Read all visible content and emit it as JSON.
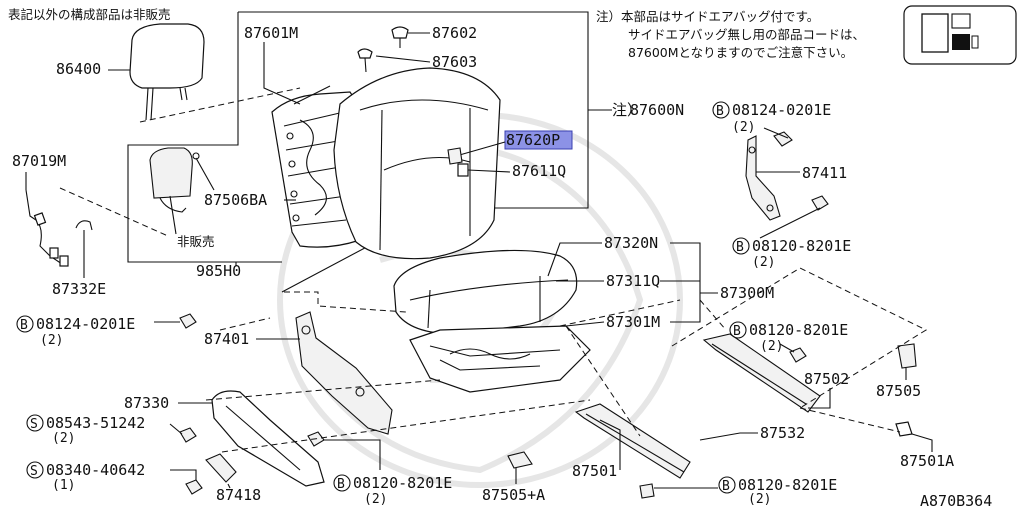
{
  "header": {
    "not_sold_notice": "表記以外の構成部品は非販売",
    "note_line1": "注）本部品はサイドエアバッグ付です。",
    "note_line2": "サイドエアバッグ無し用の部品コードは、",
    "note_line3": "87600Mとなりますのでご注意下さい。",
    "not_sold_short": "非販売",
    "note_mark": "注）",
    "diagram_code": "A870B364"
  },
  "parts": {
    "p86400": "86400",
    "p87601M": "87601M",
    "p87602": "87602",
    "p87603": "87603",
    "p87600N": "87600N",
    "p87620P": "87620P",
    "p87611Q": "87611Q",
    "p87019M": "87019M",
    "p87506BA": "87506BA",
    "p985H0": "985H0",
    "p87332E": "87332E",
    "p87320N": "87320N",
    "p87311Q": "87311Q",
    "p87300M": "87300M",
    "p87301M": "87301M",
    "p87401": "87401",
    "p87330": "87330",
    "p87418": "87418",
    "p87411": "87411",
    "p87502": "87502",
    "p87505": "87505",
    "p87532": "87532",
    "p87501": "87501",
    "p87505A": "87505+A",
    "p87501A": "87501A",
    "b08124_top": "08124-0201E",
    "b08124_top_qty": "(2)",
    "b08120_right": "08120-8201E",
    "b08120_right_qty": "(2)",
    "b08124_left": "08124-0201E",
    "b08124_left_qty": "(2)",
    "b08120_mid": "08120-8201E",
    "b08120_mid_qty": "(2)",
    "s08543": "08543-51242",
    "s08543_qty": "(2)",
    "s08340": "08340-40642",
    "s08340_qty": "(1)",
    "b08120_bottom": "08120-8201E",
    "b08120_bottom_qty": "(2)",
    "b08120_bottom_right": "08120-8201E",
    "b08120_bottom_right_qty": "(2)"
  },
  "symbols": {
    "bolt": "B",
    "screw": "S"
  },
  "colors": {
    "highlight": "#8c92e6",
    "line": "#111111"
  }
}
